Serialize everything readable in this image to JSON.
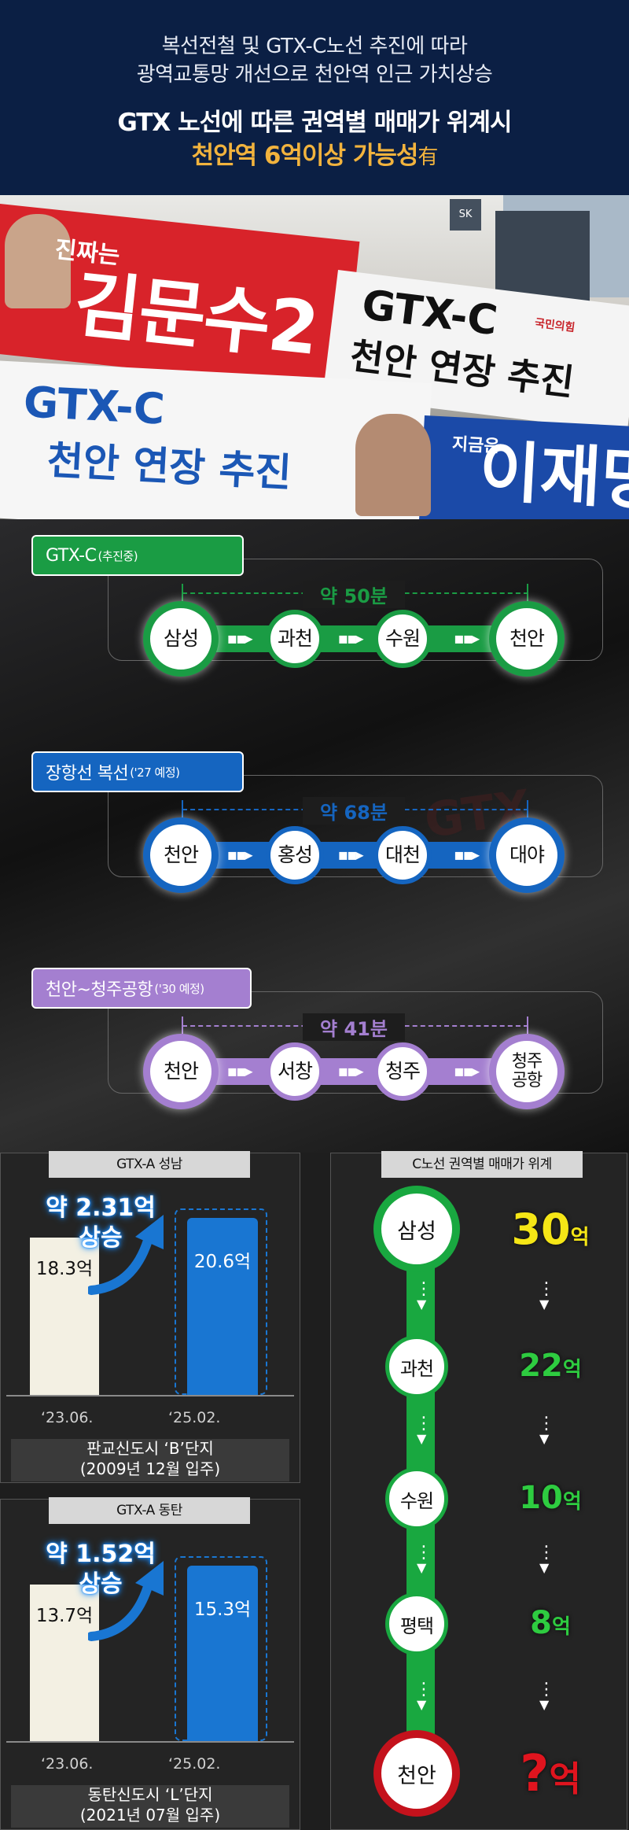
{
  "header": {
    "line1": "복선전철 및 GTX-C노선 추진에 따라",
    "line2": "광역교통망 개선으로 천안역 인근 가치상승",
    "title": "GTX 노선에 따른 권역별 매매가 위계시",
    "highlight": "천안역 6억이상 가능성",
    "highlight_suffix": "有"
  },
  "photo": {
    "red_banner_small": "진짜는",
    "red_banner_big": "김문수2",
    "white_banner_line1": "GTX-C",
    "white_banner_line2": "천안 연장 추진",
    "white_banner_party": "국민의힘",
    "blue_banner_line1": "GTX-C",
    "blue_banner_line2": "천안 연장 추진",
    "right_banner_small": "지금은",
    "right_banner_big": "이재명",
    "sign": "SK"
  },
  "routes": [
    {
      "label": "GTX-C",
      "label_note": "(추진중)",
      "duration": "약 50분",
      "color": "#1a9c44",
      "stops": [
        "삼성",
        "과천",
        "수원",
        "천안"
      ]
    },
    {
      "label": "장항선 복선",
      "label_note": "('27 예정)",
      "duration": "약 68분",
      "color": "#1565c0",
      "stops": [
        "천안",
        "홍성",
        "대천",
        "대야"
      ]
    },
    {
      "label": "천안~청주공항",
      "label_note": "('30 예정)",
      "duration": "약 41분",
      "color": "#a47fd0",
      "stops": [
        "천안",
        "서창",
        "청주",
        "청주\n공항"
      ]
    }
  ],
  "route_watermark": "GTX",
  "arrow_glyph": "▪▪▸",
  "charts": [
    {
      "tag": "GTX-A 성남",
      "rise_line1": "약 2.31억",
      "rise_line2": "상승",
      "caption_line1": "판교신도시 ‘B’단지",
      "caption_line2": "(2009년 12월 입주)"
    },
    {
      "tag": "GTX-A 동탄",
      "rise_line1": "약 1.52억",
      "rise_line2": "상승",
      "caption_line1": "동탄신도시 ‘L’단지",
      "caption_line2": "(2021년 07월 입주)"
    }
  ],
  "chart_data": [
    {
      "type": "bar",
      "categories": [
        "‘23.06.",
        "‘25.02."
      ],
      "values": [
        18.3,
        20.6
      ],
      "value_labels": [
        "18.3억",
        "20.6억"
      ],
      "title": "GTX-A 성남",
      "ylim": [
        0,
        22
      ]
    },
    {
      "type": "bar",
      "categories": [
        "‘23.06.",
        "‘25.02."
      ],
      "values": [
        13.7,
        15.3
      ],
      "value_labels": [
        "13.7억",
        "15.3억"
      ],
      "title": "GTX-A 동탄",
      "ylim": [
        0,
        16.5
      ]
    }
  ],
  "hierarchy": {
    "tag": "C노선 권역별 매매가 위계",
    "stations": [
      "삼성",
      "과천",
      "수원",
      "평택",
      "천안"
    ],
    "prices": [
      "30",
      "22",
      "10",
      "8",
      "?"
    ],
    "price_unit": "억",
    "price_colors": [
      "#f5e616",
      "#2ecc40",
      "#2ecc40",
      "#2ecc40",
      "#e0141e"
    ],
    "down_arrow": "⋮"
  }
}
